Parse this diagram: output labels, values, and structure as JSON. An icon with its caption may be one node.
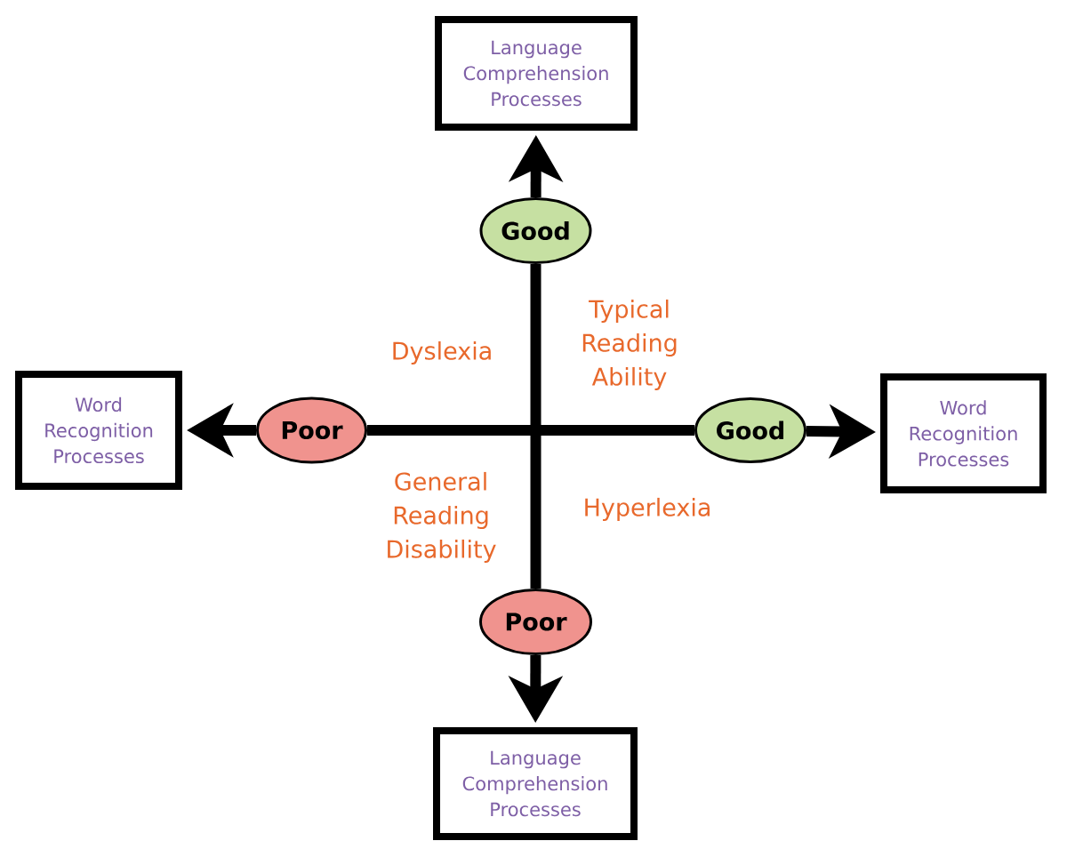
{
  "diagram": {
    "nodes": [
      {
        "text": [
          "Language Comprehension Processes"
        ]
      },
      {
        "text": [
          "Good"
        ]
      },
      {
        "text": [
          "Word Recognition Processes"
        ]
      },
      {
        "text": [
          "Poor"
        ]
      },
      {
        "text": [
          "Good"
        ]
      },
      {
        "text": [
          "Word Recognition Processes"
        ]
      },
      {
        "text": [
          "Poor"
        ]
      },
      {
        "text": [
          "Language Comprehension Processes"
        ]
      }
    ],
    "edges": [
      {
        "from": 1,
        "to": 0,
        "arrow": "to"
      },
      {
        "from": 3,
        "to": 2,
        "arrow": "to"
      },
      {
        "from": 4,
        "to": 5,
        "arrow": "to"
      },
      {
        "from": 6,
        "to": 7,
        "arrow": "to"
      },
      {
        "from": 3,
        "to": 4,
        "arrow": "none"
      },
      {
        "from": 1,
        "to": 6,
        "arrow": "none"
      }
    ],
    "labels": [
      "Dyslexia",
      "Typical Reading Ability",
      "General Reading Disability",
      "Hyperlexia"
    ]
  }
}
